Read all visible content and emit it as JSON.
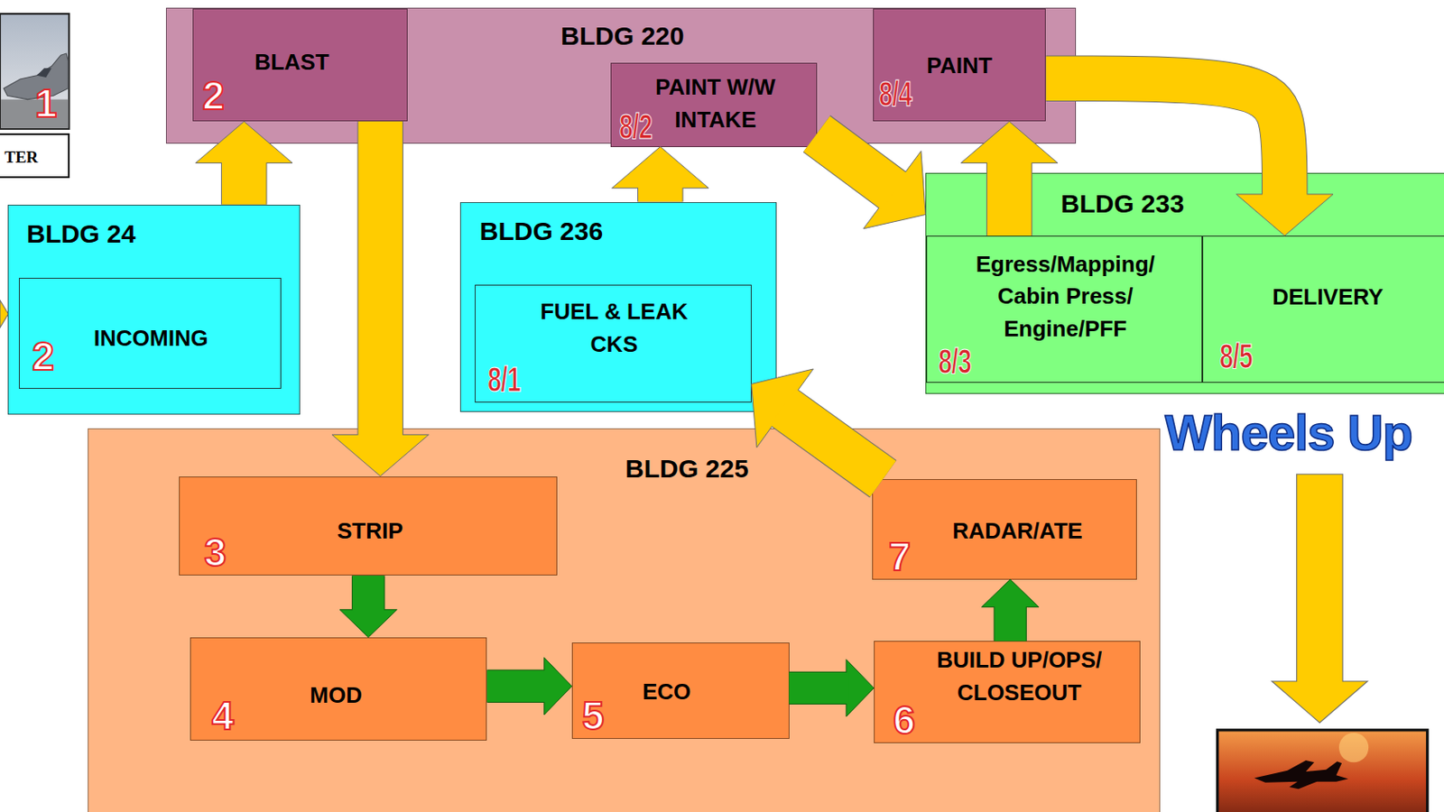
{
  "diagram": {
    "nodes": [
      {
        "text": [
          "TER"
        ]
      },
      {
        "text": [
          "BLDG 220"
        ]
      },
      {
        "text": [
          "BLAST",
          "2"
        ],
        "in": 1
      },
      {
        "text": [
          "PAINT W/W INTAKE",
          "8/2"
        ],
        "in": 1
      },
      {
        "text": [
          "PAINT",
          "8/4"
        ],
        "in": 1
      },
      {
        "text": [
          "BLDG 24"
        ]
      },
      {
        "text": [
          "INCOMING",
          "2"
        ],
        "in": 5
      },
      {
        "text": [
          "BLDG 236"
        ]
      },
      {
        "text": [
          "FUEL & LEAK CKS",
          "8/1"
        ],
        "in": 7
      },
      {
        "text": [
          "BLDG 233"
        ]
      },
      {
        "text": [
          "Egress/Mapping/ Cabin Press/ Engine/PFF",
          "8/3"
        ],
        "in": 9
      },
      {
        "text": [
          "DELIVERY",
          "8/5"
        ],
        "in": 9
      },
      {
        "text": [
          "BLDG 225"
        ]
      },
      {
        "text": [
          "STRIP",
          "3"
        ],
        "in": 12
      },
      {
        "text": [
          "MOD",
          "4"
        ],
        "in": 12
      },
      {
        "text": [
          "ECO",
          "5"
        ],
        "in": 12
      },
      {
        "text": [
          "BUILD UP/OPS/ CLOSEOUT",
          "6"
        ],
        "in": 12
      },
      {
        "text": [
          "RADAR/ATE",
          "7"
        ],
        "in": 12
      }
    ],
    "edges": [
      {
        "from": 5,
        "to": 2,
        "arrow": "to"
      },
      {
        "from": 2,
        "to": 13,
        "arrow": "to"
      },
      {
        "from": 13,
        "to": 14,
        "arrow": "to"
      },
      {
        "from": 14,
        "to": 15,
        "arrow": "to"
      },
      {
        "from": 15,
        "to": 16,
        "arrow": "to"
      },
      {
        "from": 16,
        "to": 17,
        "arrow": "to"
      },
      {
        "from": 17,
        "to": 8,
        "arrow": "to"
      },
      {
        "from": 7,
        "to": 3,
        "arrow": "to"
      },
      {
        "from": 3,
        "to": 9,
        "arrow": "to"
      },
      {
        "from": 10,
        "to": 4,
        "arrow": "to"
      },
      {
        "from": 4,
        "to": 11,
        "arrow": "to"
      }
    ],
    "labels": [
      "1",
      "Wheels Up"
    ]
  }
}
